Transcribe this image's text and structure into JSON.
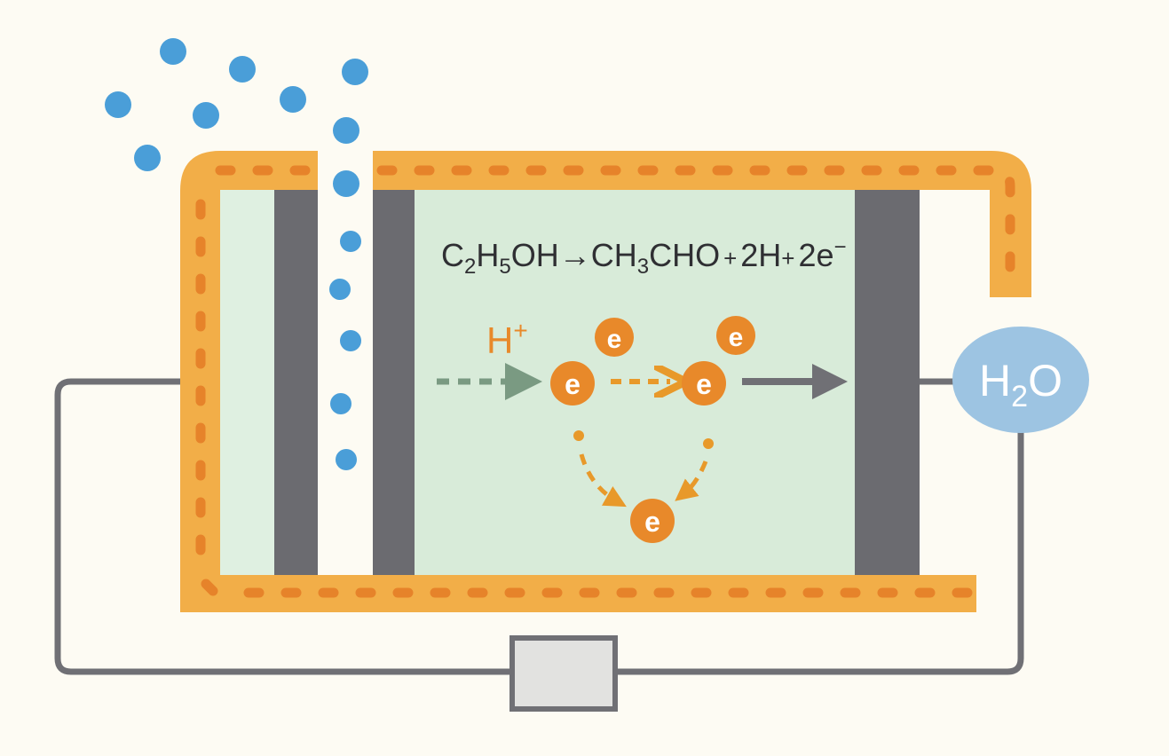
{
  "equation": {
    "reactant": "C",
    "r_sub1": "2",
    "r_h": "H",
    "r_sub2": "5",
    "r_oh": "OH",
    "arrow": "→",
    "p1": "CH",
    "p1_sub": "3",
    "p1_rest": "CHO",
    "plus1": "+",
    "p2": "2H",
    "plus2": "+",
    "p3": "2e",
    "p3_sup": "−"
  },
  "proton_label": {
    "base": "H",
    "sup": "+"
  },
  "electron_label": "e",
  "water_label": {
    "h": "H",
    "sub": "2",
    "o": "O"
  },
  "colors": {
    "background": "#fdfbf3",
    "frame": "#f2ae48",
    "frame_dash": "#e6832a",
    "electrolyte": "#d8ebd9",
    "electrode": "#6b6b70",
    "wire": "#707075",
    "molecule": "#4a9ed8",
    "electron": "#e8892a",
    "water": "#9dc4e2",
    "proton_arrow": "#7a9a82"
  }
}
